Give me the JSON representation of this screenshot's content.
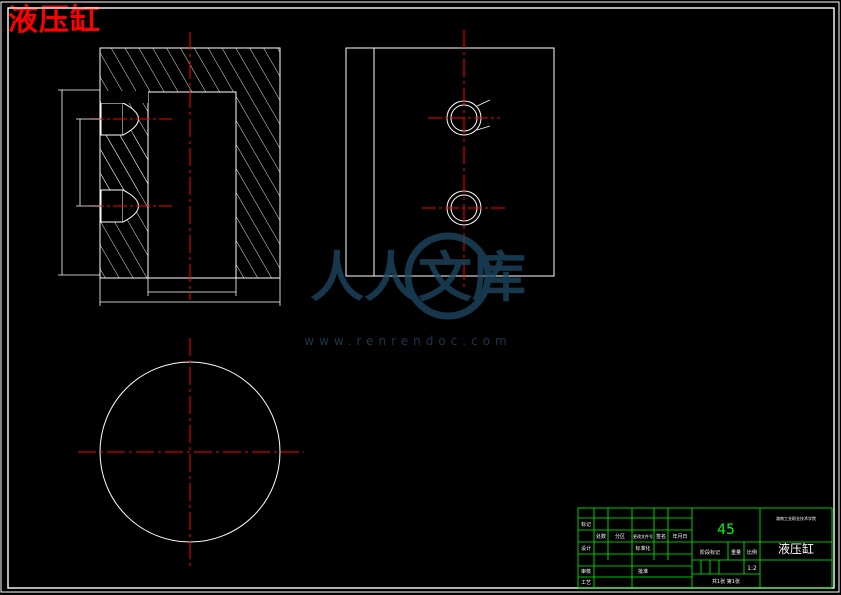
{
  "drawing": {
    "title": "液压缸",
    "watermark_text": "人人文库",
    "watermark_url": "www.renrendoc.com",
    "frame_color": "#ffffff",
    "centerline_color": "#ff0000",
    "hatch_color": "#ffffff",
    "dimension_color": "#ffffff"
  },
  "title_block": {
    "material": "45",
    "part_name": "液压缸",
    "school": "湖南工业职业技术学院",
    "scale": "1:2",
    "sheet": "共1张 第1张",
    "row_labels": [
      "标记",
      "设计",
      "审核",
      "工艺"
    ],
    "col_labels": [
      "处数",
      "分区",
      "更改文件号",
      "签名",
      "年月日"
    ],
    "approval_labels": [
      "标准化",
      "批准"
    ],
    "stage_labels": [
      "阶段标记",
      "重量",
      "比例"
    ],
    "grid_color": "#00ff00"
  }
}
